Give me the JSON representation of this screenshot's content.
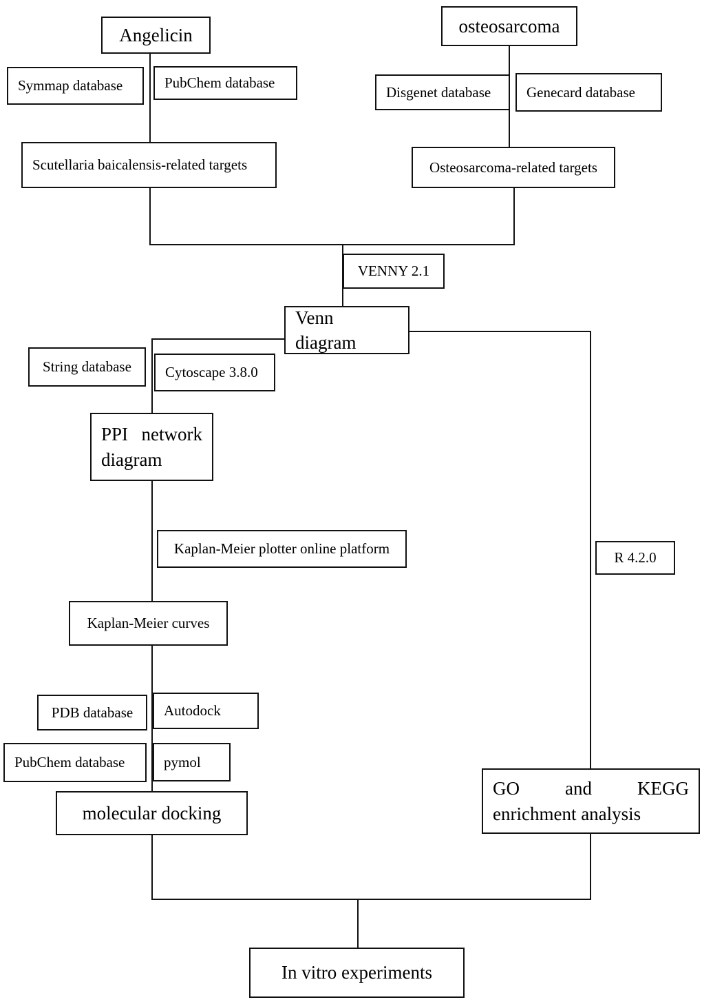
{
  "diagram": {
    "title": "Angelicin osteosarcoma network pharmacology workflow",
    "line_color": "#111111",
    "box_border_color": "#111111",
    "background": "#ffffff"
  },
  "nodes": {
    "angelicin": {
      "label": "Angelicin"
    },
    "osteosarcoma": {
      "label": "osteosarcoma"
    },
    "symmap": {
      "label": "Symmap database"
    },
    "pubchem_top": {
      "label": "PubChem database"
    },
    "disgenet": {
      "label": "Disgenet database"
    },
    "genecard": {
      "label": "Genecard database"
    },
    "scutellaria_targets": {
      "label": "Scutellaria baicalensis-related targets"
    },
    "osteosarcoma_targets": {
      "label": "Osteosarcoma-related targets"
    },
    "venny": {
      "label": "VENNY 2.1"
    },
    "venn_diagram": {
      "label": "Venn diagram"
    },
    "string_db": {
      "label": "String database"
    },
    "cytoscape": {
      "label": "Cytoscape 3.8.0"
    },
    "ppi_network": {
      "line1": "PPI network",
      "line2": "diagram"
    },
    "km_plotter": {
      "label": "Kaplan-Meier plotter online platform"
    },
    "km_curves": {
      "label": "Kaplan-Meier curves"
    },
    "pdb_db": {
      "label": "PDB database"
    },
    "autodock": {
      "label": "Autodock"
    },
    "pubchem_bottom": {
      "label": "PubChem database"
    },
    "pymol": {
      "label": "pymol"
    },
    "molecular_docking": {
      "label": "molecular docking"
    },
    "r_version": {
      "label": "R 4.2.0"
    },
    "go_kegg": {
      "line1": "GO and KEGG",
      "line2": "enrichment analysis"
    },
    "in_vitro": {
      "label": "In vitro experiments"
    }
  }
}
